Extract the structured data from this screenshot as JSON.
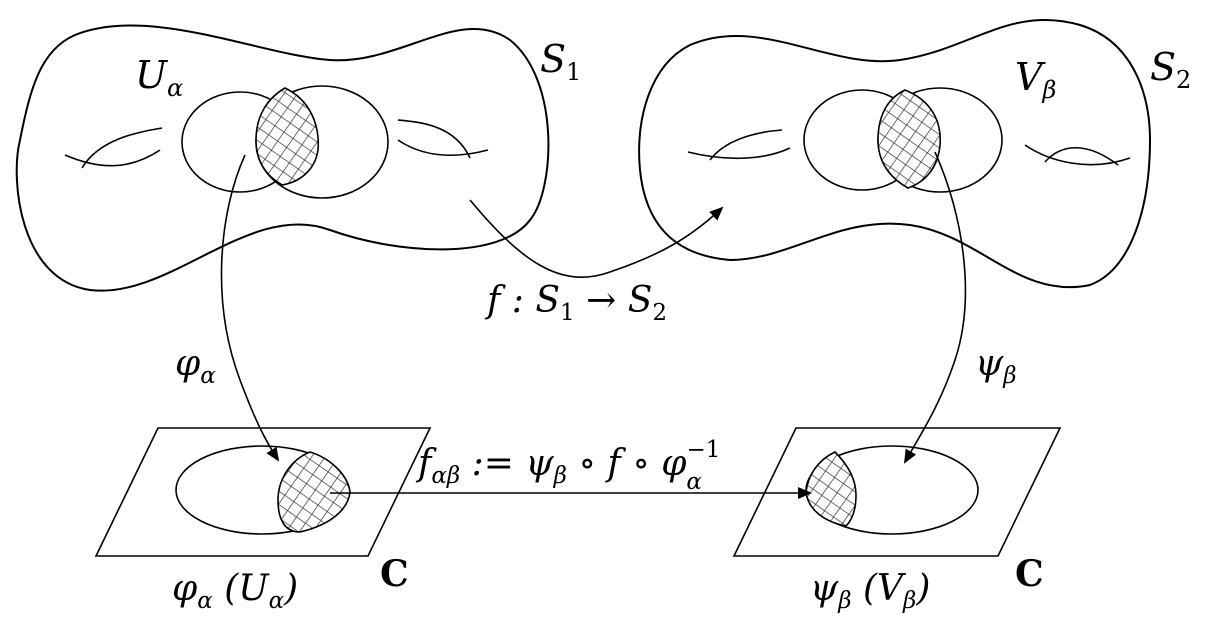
{
  "labels": {
    "U": "U",
    "U_sub": "α",
    "S1": "S",
    "S1_sub": "1",
    "V": "V",
    "V_sub": "β",
    "S2": "S",
    "S2_sub": "2",
    "map_f": "f : S",
    "map_f_sub1": "1",
    "map_f_arrow": " → S",
    "map_f_sub2": "2",
    "phi": "φ",
    "phi_sub": "α",
    "psi": "ψ",
    "psi_sub": "β",
    "transition": "f",
    "transition_sub": "αβ",
    "transition_mid": " := ψ",
    "transition_sub2": "β",
    "transition_tail": " ∘ f ∘ φ",
    "transition_sup": "−1",
    "transition_sub3": "α",
    "image_left": "φ",
    "image_left_sub": "α",
    "image_left_arg": " (U",
    "image_left_arg_sub": "α",
    "image_left_close": ")",
    "image_right": "ψ",
    "image_right_sub": "β",
    "image_right_arg": " (V",
    "image_right_arg_sub": "β",
    "image_right_close": ")",
    "complex_left": "C",
    "complex_right": "C"
  }
}
